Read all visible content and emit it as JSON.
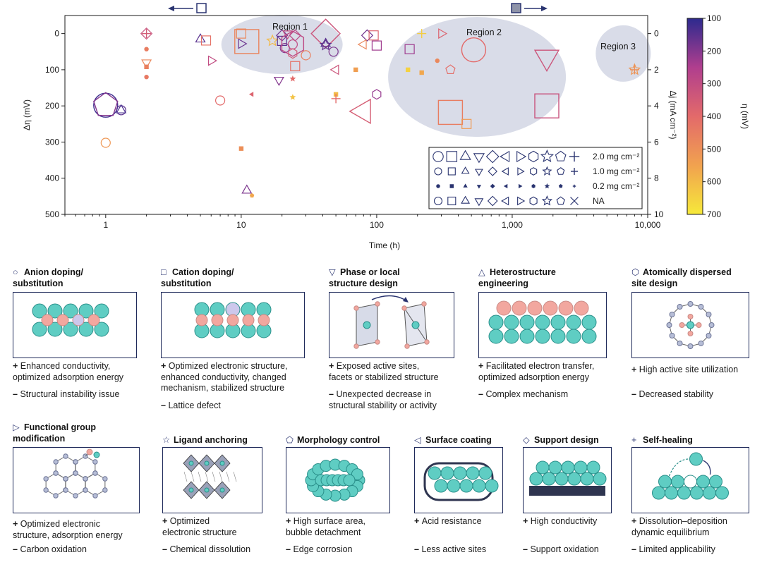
{
  "chart_data": {
    "type": "scatter",
    "xlabel": "Time (h)",
    "ylabel_left": "Δη (mV)",
    "ylabel_right": "Δj (mA cm⁻²)",
    "colorbar_label": "η (mV)",
    "x_scale": "log",
    "xlim": [
      0.5,
      10000
    ],
    "ylim_left": [
      500,
      -50
    ],
    "ylim_right": [
      10,
      -1
    ],
    "x_ticks": [
      "1",
      "10",
      "100",
      "1,000",
      "10,000"
    ],
    "y_ticks_left": [
      "0",
      "100",
      "200",
      "300",
      "400",
      "500"
    ],
    "y_ticks_right": [
      "0",
      "2",
      "4",
      "6",
      "8",
      "10"
    ],
    "colorbar_ticks": [
      "100",
      "200",
      "300",
      "400",
      "500",
      "600",
      "700"
    ],
    "colorbar_range": [
      100,
      700
    ],
    "regions": [
      {
        "label": "Region 1"
      },
      {
        "label": "Region 2"
      },
      {
        "label": "Region 3"
      }
    ],
    "arrow_left_label": "",
    "arrow_right_label": "",
    "legend": {
      "loadings": [
        "2.0 mg cm⁻²",
        "1.0 mg cm⁻²",
        "0.2 mg cm⁻²",
        "NA"
      ],
      "shapes": [
        "circle",
        "square",
        "triangle-up",
        "triangle-down",
        "diamond",
        "triangle-left",
        "triangle-right",
        "hexagon",
        "star",
        "pentagon",
        "plus"
      ]
    },
    "points": [
      {
        "x": 1.0,
        "y": 198,
        "shape": "circle",
        "size": 2.0,
        "eta": 120
      },
      {
        "x": 1.0,
        "y": 198,
        "shape": "pentagon",
        "size": 2.0,
        "eta": 200
      },
      {
        "x": 1.3,
        "y": 212,
        "shape": "circle",
        "size": 1.0,
        "eta": 150
      },
      {
        "x": 1.3,
        "y": 212,
        "shape": "triangle-up",
        "size": 1.0,
        "eta": 130
      },
      {
        "x": 1.0,
        "y": 302,
        "shape": "circle",
        "size": 1.0,
        "eta": 520
      },
      {
        "x": 2.0,
        "y": 0,
        "shape": "diamond",
        "size": 1.0,
        "eta": 320
      },
      {
        "x": 2.0,
        "y": 0,
        "shape": "plus",
        "size": 1.0,
        "eta": 350
      },
      {
        "x": 2.0,
        "y": 43,
        "shape": "circle",
        "size": 0.2,
        "eta": 450
      },
      {
        "x": 2.0,
        "y": 80,
        "shape": "triangle-down",
        "size": 1.0,
        "eta": 480
      },
      {
        "x": 2.0,
        "y": 92,
        "shape": "square",
        "size": 0.2,
        "eta": 460
      },
      {
        "x": 2.0,
        "y": 120,
        "shape": "circle",
        "size": 0.2,
        "eta": 440
      },
      {
        "x": 5.0,
        "y": 16,
        "shape": "triangle-up",
        "size": 1.0,
        "eta": 150
      },
      {
        "x": 5.5,
        "y": 19,
        "shape": "square",
        "size": 1.0,
        "eta": 420
      },
      {
        "x": 6.0,
        "y": 75,
        "shape": "triangle-right",
        "size": 1.0,
        "eta": 300
      },
      {
        "x": 7.0,
        "y": 185,
        "shape": "circle",
        "size": 1.0,
        "eta": 400
      },
      {
        "x": 10.0,
        "y": 0,
        "shape": "square",
        "size": 1.0,
        "eta": 480
      },
      {
        "x": 10.0,
        "y": 28,
        "shape": "triangle-right",
        "size": 1.0,
        "eta": 170
      },
      {
        "x": 11.0,
        "y": 22,
        "shape": "square",
        "size": 2.0,
        "eta": 470
      },
      {
        "x": 10.0,
        "y": 318,
        "shape": "square",
        "size": 0.2,
        "eta": 500
      },
      {
        "x": 11.0,
        "y": 434,
        "shape": "triangle-up",
        "size": 1.0,
        "eta": 190
      },
      {
        "x": 12.0,
        "y": 448,
        "shape": "pentagon",
        "size": 0.2,
        "eta": 560
      },
      {
        "x": 12.0,
        "y": 168,
        "shape": "triangle-left",
        "size": 0.2,
        "eta": 380
      },
      {
        "x": 17.0,
        "y": 20,
        "shape": "star",
        "size": 1.0,
        "eta": 600
      },
      {
        "x": 19.0,
        "y": 128,
        "shape": "triangle-down",
        "size": 1.0,
        "eta": 200
      },
      {
        "x": 20.0,
        "y": 5,
        "shape": "diamond",
        "size": 1.0,
        "eta": 180
      },
      {
        "x": 20.0,
        "y": 20,
        "shape": "square",
        "size": 1.0,
        "eta": 150
      },
      {
        "x": 21.0,
        "y": 40,
        "shape": "circle",
        "size": 1.0,
        "eta": 200
      },
      {
        "x": 22.0,
        "y": 0,
        "shape": "triangle-down",
        "size": 1.0,
        "eta": 300
      },
      {
        "x": 25.0,
        "y": 5,
        "shape": "diamond",
        "size": 1.0,
        "eta": 280
      },
      {
        "x": 24.0,
        "y": 28,
        "shape": "hexagon",
        "size": 2.0,
        "eta": 290
      },
      {
        "x": 24.0,
        "y": 30,
        "shape": "circle",
        "size": 1.0,
        "eta": 300
      },
      {
        "x": 24.0,
        "y": 55,
        "shape": "hexagon",
        "size": 1.0,
        "eta": 350
      },
      {
        "x": 25.0,
        "y": 90,
        "shape": "square",
        "size": 1.0,
        "eta": 420
      },
      {
        "x": 24.0,
        "y": 125,
        "shape": "star",
        "size": 0.2,
        "eta": 400
      },
      {
        "x": 24.0,
        "y": 176,
        "shape": "star",
        "size": 0.2,
        "eta": 620
      },
      {
        "x": 30.0,
        "y": 60,
        "shape": "circle",
        "size": 1.0,
        "eta": 460
      },
      {
        "x": 42.0,
        "y": 0,
        "shape": "diamond",
        "size": 2.0,
        "eta": 330
      },
      {
        "x": 42.0,
        "y": 28,
        "shape": "triangle-up",
        "size": 1.0,
        "eta": 150
      },
      {
        "x": 42.0,
        "y": 32,
        "shape": "star",
        "size": 1.0,
        "eta": 160
      },
      {
        "x": 48.0,
        "y": 50,
        "shape": "circle",
        "size": 1.0,
        "eta": 190
      },
      {
        "x": 50.0,
        "y": 100,
        "shape": "triangle-left",
        "size": 1.0,
        "eta": 330
      },
      {
        "x": 50.0,
        "y": 168,
        "shape": "square",
        "size": 0.2,
        "eta": 600
      },
      {
        "x": 50.0,
        "y": 180,
        "shape": "plus",
        "size": 1.0,
        "eta": 400
      },
      {
        "x": 85.0,
        "y": 5,
        "shape": "diamond",
        "size": 1.0,
        "eta": 180
      },
      {
        "x": 80.0,
        "y": 30,
        "shape": "triangle-left",
        "size": 1.0,
        "eta": 480
      },
      {
        "x": 70.0,
        "y": 100,
        "shape": "square",
        "size": 0.2,
        "eta": 540
      },
      {
        "x": 95.0,
        "y": 5,
        "shape": "square",
        "size": 1.0,
        "eta": 380
      },
      {
        "x": 100.0,
        "y": 33,
        "shape": "square",
        "size": 1.0,
        "eta": 230
      },
      {
        "x": 100.0,
        "y": 168,
        "shape": "hexagon",
        "size": 1.0,
        "eta": 220
      },
      {
        "x": 80.0,
        "y": 215,
        "shape": "triangle-left",
        "size": 2.0,
        "eta": 360
      },
      {
        "x": 175.0,
        "y": 43,
        "shape": "square",
        "size": 1.0,
        "eta": 230
      },
      {
        "x": 170.0,
        "y": 100,
        "shape": "square",
        "size": 0.2,
        "eta": 650
      },
      {
        "x": 215.0,
        "y": 0,
        "shape": "plus",
        "size": 1.0,
        "eta": 640
      },
      {
        "x": 215.0,
        "y": 108,
        "shape": "square",
        "size": 0.2,
        "eta": 560
      },
      {
        "x": 300.0,
        "y": 0,
        "shape": "triangle-right",
        "size": 1.0,
        "eta": 380
      },
      {
        "x": 280.0,
        "y": 75,
        "shape": "circle",
        "size": 0.2,
        "eta": 480
      },
      {
        "x": 350.0,
        "y": 100,
        "shape": "pentagon",
        "size": 1.0,
        "eta": 410
      },
      {
        "x": 350.0,
        "y": 218,
        "shape": "square",
        "size": 2.0,
        "eta": 450
      },
      {
        "x": 460.0,
        "y": 250,
        "shape": "square",
        "size": 1.0,
        "eta": 530
      },
      {
        "x": 520.0,
        "y": 45,
        "shape": "circle",
        "size": 2.0,
        "eta": 400
      },
      {
        "x": 1800.0,
        "y": 200,
        "shape": "square",
        "size": 2.0,
        "eta": 320
      },
      {
        "x": 1800.0,
        "y": 65,
        "shape": "triangle-down",
        "size": 2.0,
        "eta": 330
      },
      {
        "x": 8000.0,
        "y": 100,
        "shape": "star",
        "size": 1.0,
        "eta": 520
      },
      {
        "x": 8000.0,
        "y": 100,
        "shape": "plus",
        "size": 1.0,
        "eta": 500
      }
    ]
  },
  "panels": [
    {
      "symbol": "○",
      "title": "Anion doping/\nsubstitution",
      "plus": "Enhanced conductivity,\noptimized adsorption energy",
      "minus": "Structural instability issue"
    },
    {
      "symbol": "□",
      "title": "Cation doping/\nsubstitution",
      "plus": "Optimized electronic structure,\nenhanced conductivity, changed\nmechanism, stabilized structure",
      "minus": "Lattice defect"
    },
    {
      "symbol": "▽",
      "title": "Phase or local\nstructure design",
      "plus": "Exposed active sites,\nfacets or stabilized structure",
      "minus": "Unexpected decrease in\nstructural stability or activity"
    },
    {
      "symbol": "△",
      "title": "Heterostructure\nengineering",
      "plus": "Facilitated electron transfer,\noptimized adsorption energy",
      "minus": "Complex mechanism"
    },
    {
      "symbol": "⬡",
      "title": "Atomically dispersed\nsite design",
      "plus": "High active site utilization",
      "minus": "Decreased stability"
    },
    {
      "symbol": "▷",
      "title": "Functional group\nmodification",
      "plus": "Optimized electronic\nstructure, adsorption energy",
      "minus": "Carbon oxidation"
    },
    {
      "symbol": "☆",
      "title": "Ligand anchoring",
      "plus": "Optimized\nelectronic structure",
      "minus": "Chemical dissolution"
    },
    {
      "symbol": "⬠",
      "title": "Morphology control",
      "plus": "High surface area,\nbubble detachment",
      "minus": "Edge corrosion"
    },
    {
      "symbol": "◁",
      "title": "Surface coating",
      "plus": "Acid resistance",
      "minus": "Less active sites"
    },
    {
      "symbol": "◇",
      "title": "Support design",
      "plus": "High conductivity",
      "minus": "Support oxidation"
    },
    {
      "symbol": "+",
      "title": "Self-healing",
      "plus": "Dissolution–deposition\ndynamic equilibrium",
      "minus": "Limited applicability"
    }
  ],
  "colors": {
    "axis": "#1a1a1a",
    "region_fill": "#d5d8e6",
    "navy": "#2a3470",
    "teal": "#5fcdc3",
    "teal_stroke": "#2a8f8a",
    "pink": "#f2a79f",
    "lavender": "#cdc8ec",
    "node_gray": "#b6bdd6"
  }
}
